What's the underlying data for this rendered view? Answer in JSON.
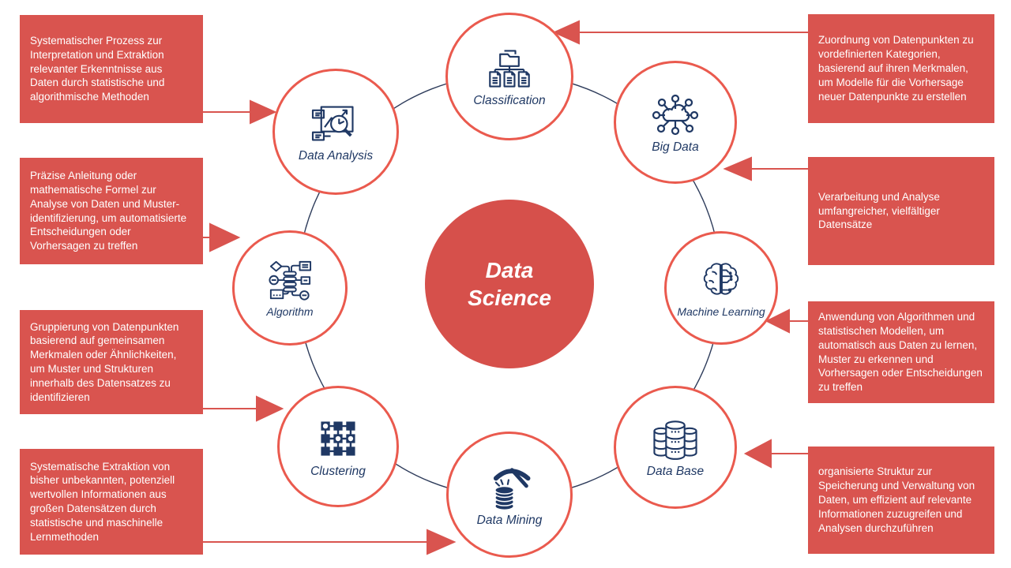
{
  "diagram_title": "Data Science",
  "center": {
    "line1": "Data",
    "line2": "Science"
  },
  "nodes": [
    {
      "id": "classification",
      "label": "Classification"
    },
    {
      "id": "big-data",
      "label": "Big Data"
    },
    {
      "id": "machine-learning",
      "label": "Machine Learning"
    },
    {
      "id": "data-base",
      "label": "Data Base"
    },
    {
      "id": "data-mining",
      "label": "Data Mining"
    },
    {
      "id": "clustering",
      "label": "Clustering"
    },
    {
      "id": "algorithm",
      "label": "Algorithm"
    },
    {
      "id": "data-analysis",
      "label": "Data Analysis"
    }
  ],
  "panels": {
    "left": [
      {
        "target": "Data Analysis",
        "text": "Systematischer Prozess zur Interpretation und Extraktion relevanter Erkenntnisse aus Daten durch statistische und algorithmische Methoden"
      },
      {
        "target": "Algorithm",
        "text": "Präzise Anleitung oder mathematische Formel zur Analyse von Daten und Muster-identifizierung, um automatisierte Entscheidungen oder Vorhersagen zu treffen"
      },
      {
        "target": "Clustering",
        "text": "Gruppierung von Datenpunkten basierend auf gemeinsamen Merkmalen oder Ähnlichkeiten, um Muster und Strukturen innerhalb des Datensatzes zu identifizieren"
      },
      {
        "target": "Data Mining",
        "text": "Systematische Extraktion von bisher unbekannten, potenziell wertvollen Informationen aus großen Datensätzen durch statistische und maschinelle Lernmethoden"
      }
    ],
    "right": [
      {
        "target": "Classification",
        "text": "Zuordnung von Datenpunkten zu vordefinierten Kategorien, basierend auf ihren Merkmalen, um Modelle für die Vorhersage neuer Datenpunkte zu erstellen"
      },
      {
        "target": "Big Data",
        "text": "Verarbeitung und Analyse umfangreicher, vielfältiger Datensätze"
      },
      {
        "target": "Machine Learning",
        "text": "Anwendung von Algorithmen und statistischen Modellen, um automatisch aus Daten zu lernen, Muster zu erkennen und Vorhersagen oder Entscheidungen zu treffen"
      },
      {
        "target": "Data Base",
        "text": "organisierte Struktur zur Speicherung und Verwaltung von Daten, um effizient auf relevante Informationen zuzugreifen und Analysen durchzuführen"
      }
    ]
  },
  "colors": {
    "box_red": "#D9544F",
    "center_red": "#D6504B",
    "node_border_red": "#EA5A4E",
    "arrow_red": "#D9544F",
    "icon_navy": "#1F3864",
    "ring_navy": "#2F3D5C",
    "text_white": "#FFFFFF"
  }
}
